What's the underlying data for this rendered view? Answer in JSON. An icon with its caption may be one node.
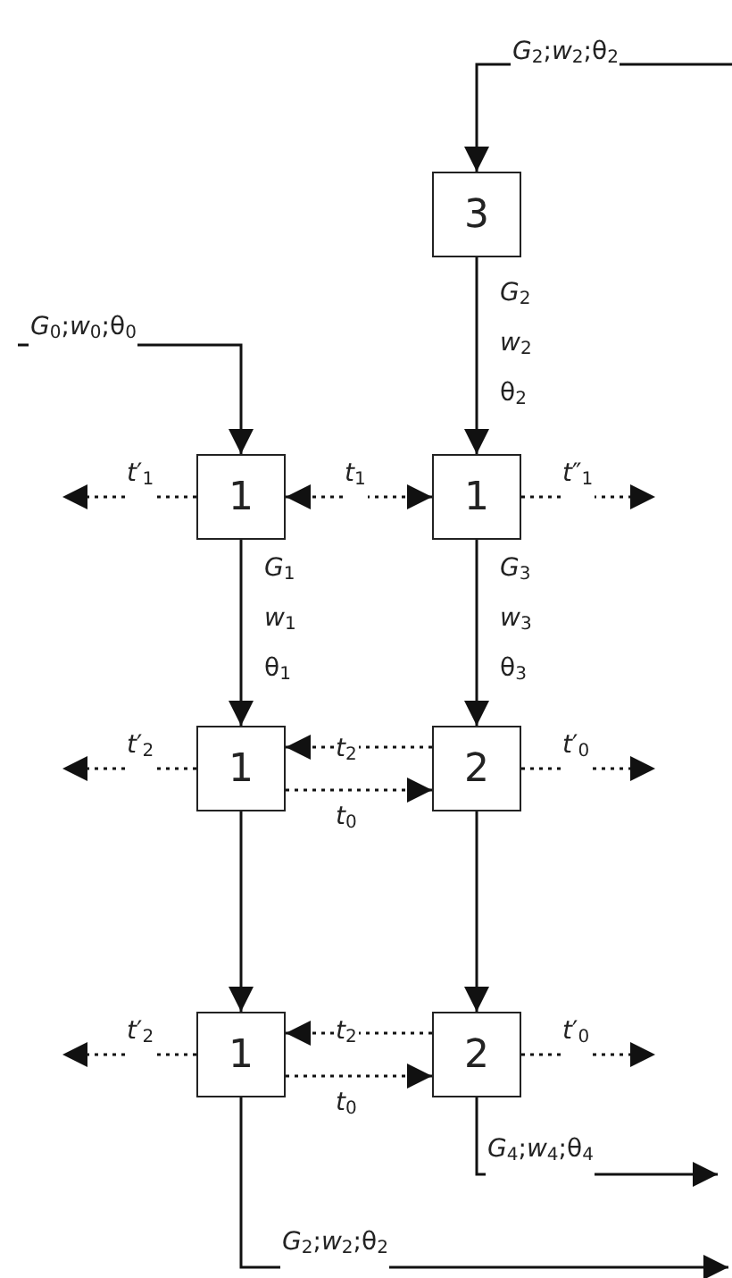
{
  "diagram": {
    "nodes": [
      {
        "text": [
          "3"
        ]
      },
      {
        "text": [
          "1"
        ]
      },
      {
        "text": [
          "1"
        ]
      },
      {
        "text": [
          "1"
        ]
      },
      {
        "text": [
          "2"
        ]
      },
      {
        "text": [
          "1"
        ]
      },
      {
        "text": [
          "2"
        ]
      }
    ],
    "edges": [
      {
        "from": null,
        "to": 0,
        "arrow": "to",
        "label": "*G*$_{2}$;*w*$_{2}$;θ$_{2}$"
      },
      {
        "from": null,
        "to": 1,
        "arrow": "to",
        "label": "*G*$_{0}$;*w*$_{0}$;θ$_{0}$"
      },
      {
        "from": 0,
        "to": 2,
        "arrow": "to",
        "label": "*G*$_{2}$ *w*$_{2}$ θ$_{2}$"
      },
      {
        "from": 1,
        "to": 3,
        "arrow": "to",
        "label": "*G*$_{1}$ *w*$_{1}$ θ$_{1}$"
      },
      {
        "from": 2,
        "to": 4,
        "arrow": "to",
        "label": "*G*$_{3}$ *w*$_{3}$ θ$_{3}$"
      },
      {
        "from": 1,
        "to": null,
        "arrow": "to",
        "style": "dashed",
        "label": "*t*′$_{1}$"
      },
      {
        "from": 1,
        "to": 2,
        "arrow": "both",
        "style": "dashed",
        "label": "*t*$_{1}$"
      },
      {
        "from": 2,
        "to": null,
        "arrow": "to",
        "style": "dashed",
        "label": "*t*″$_{1}$"
      },
      {
        "from": 3,
        "to": 5,
        "arrow": "to"
      },
      {
        "from": 4,
        "to": 6,
        "arrow": "to"
      },
      {
        "from": 3,
        "to": null,
        "arrow": "to",
        "style": "dashed",
        "label": "*t*′$_{2}$"
      },
      {
        "from": 4,
        "to": 3,
        "arrow": "to",
        "style": "dashed",
        "label": "*t*$_{2}$"
      },
      {
        "from": 3,
        "to": 4,
        "arrow": "to",
        "style": "dashed",
        "label": "*t*$_{0}$"
      },
      {
        "from": 4,
        "to": null,
        "arrow": "to",
        "style": "dashed",
        "label": "*t*′$_{0}$"
      },
      {
        "from": 5,
        "to": null,
        "arrow": "to",
        "style": "dashed",
        "label": "*t*′$_{2}$"
      },
      {
        "from": 6,
        "to": 5,
        "arrow": "to",
        "style": "dashed",
        "label": "*t*$_{2}$"
      },
      {
        "from": 5,
        "to": 6,
        "arrow": "to",
        "style": "dashed",
        "label": "*t*$_{0}$"
      },
      {
        "from": 6,
        "to": null,
        "arrow": "to",
        "style": "dashed",
        "label": "*t*′$_{0}$"
      },
      {
        "from": 6,
        "to": null,
        "arrow": "to",
        "label": "*G*$_{4}$;*w*$_{4}$;θ$_{4}$"
      },
      {
        "from": 5,
        "to": null,
        "arrow": "to",
        "label": "*G*$_{2}$;*w*$_{2}$;θ$_{2}$"
      }
    ]
  }
}
